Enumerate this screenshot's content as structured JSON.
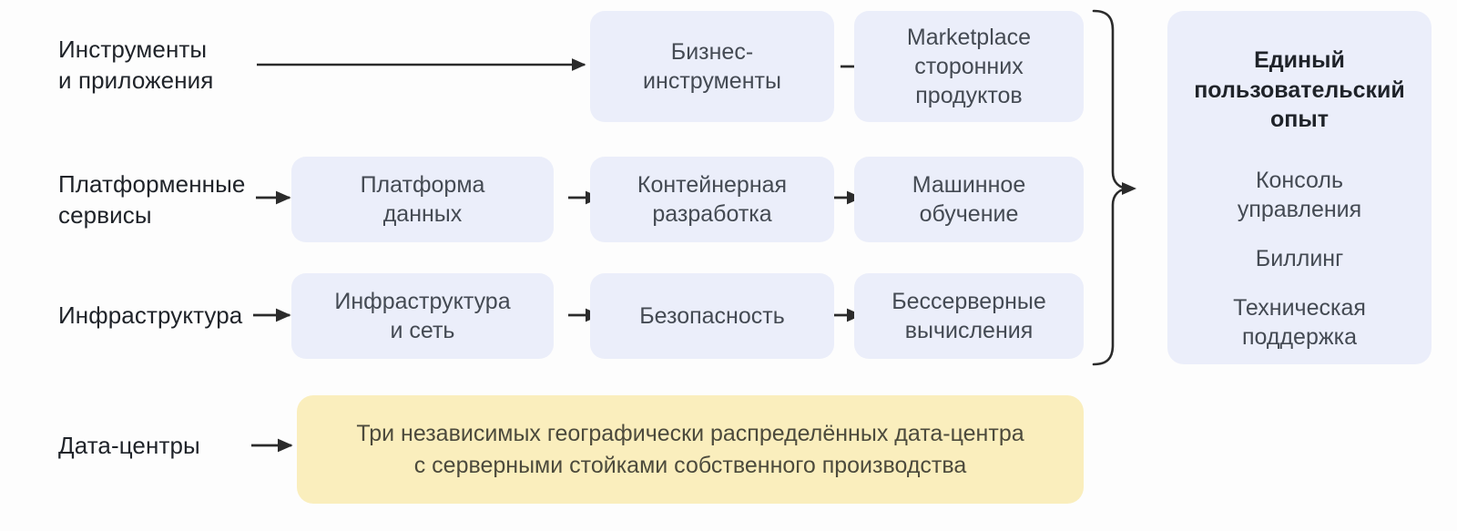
{
  "diagram": {
    "title_color": "#1f2329",
    "box_color": "#ebeefa",
    "highlight_box_color": "#faeebd",
    "text_color": "#444a53",
    "arrow_color": "#2b2b2b",
    "rows": [
      {
        "label": "Инструменты\nи приложения",
        "nodes": [
          {
            "text": "Бизнес-\nинструменты"
          },
          {
            "text": "Marketplace\nсторонних\nпродуктов"
          }
        ]
      },
      {
        "label": "Платформенные\nсервисы",
        "nodes": [
          {
            "text": "Платформа\nданных"
          },
          {
            "text": "Контейнерная\nразработка"
          },
          {
            "text": "Машинное\nобучение"
          }
        ]
      },
      {
        "label": "Инфраструктура",
        "nodes": [
          {
            "text": "Инфраструктура\nи сеть"
          },
          {
            "text": "Безопасность"
          },
          {
            "text": "Бессерверные\nвычисления"
          }
        ]
      },
      {
        "label": "Дата-центры",
        "nodes": [
          {
            "text": "Три независимых географически распределённых дата-центра\nс серверными стойками собственного производства"
          }
        ]
      }
    ],
    "summary_panel": {
      "title": "Единый\nпользовательский\nопыт",
      "items": [
        "Консоль\nуправления",
        "Биллинг",
        "Техническая\nподдержка"
      ]
    }
  }
}
